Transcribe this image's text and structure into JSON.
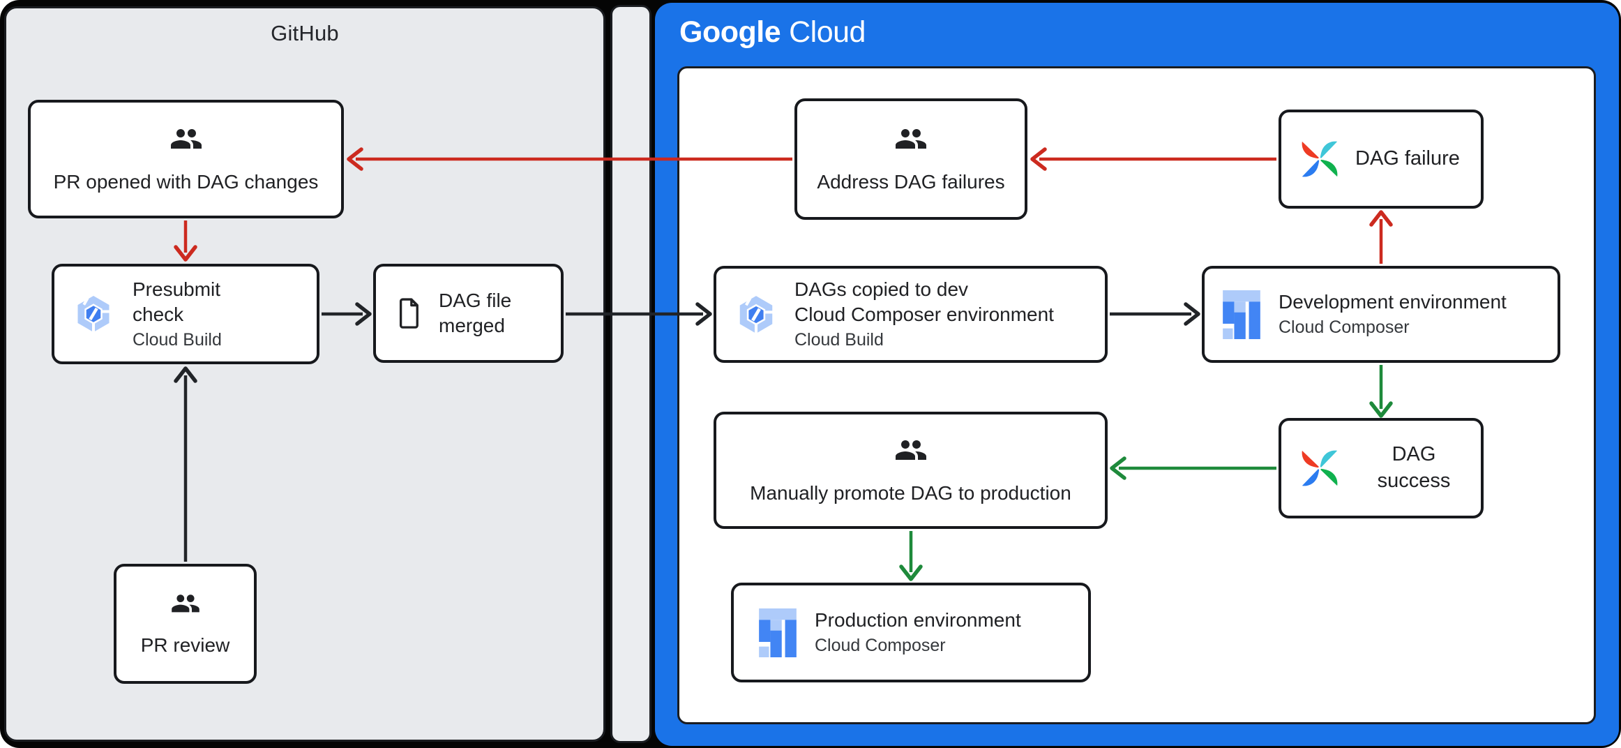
{
  "github_panel": {
    "title": "GitHub"
  },
  "gcp_panel": {
    "brand": "Google",
    "product": "Cloud"
  },
  "colors": {
    "canvas_black": "#050505",
    "github_gray": "#e8eaed",
    "strip_gray": "#ebedf0",
    "gcp_blue": "#1a73e8",
    "panel_border": "#1a1c20",
    "box_border": "#17191d",
    "text": "#202124",
    "text_sub": "#35383c",
    "arrow_red": "#cc2a1f",
    "arrow_green": "#1e8a3b",
    "arrow_black": "#212428",
    "build_light": "#aecbfa",
    "build_dark": "#3f7ef0",
    "composer_light": "#aecbfa",
    "composer_dark": "#4285f4",
    "af_red": "#ee3b24",
    "af_teal": "#3fc6d8",
    "af_green": "#10b14e",
    "af_blue": "#2b7cf0"
  },
  "nodes": {
    "pr_opened": {
      "label": "PR opened with DAG changes",
      "icon": "people-icon"
    },
    "presubmit": {
      "line1": "Presubmit",
      "line2": "check",
      "subtitle": "Cloud Build",
      "icon": "cloud-build-icon"
    },
    "dag_file_merged": {
      "line1": "DAG file",
      "line2": "merged",
      "icon": "document-icon"
    },
    "pr_review": {
      "label": "PR review",
      "icon": "people-icon"
    },
    "address_failures": {
      "label": "Address DAG failures",
      "icon": "people-icon"
    },
    "dag_failure": {
      "label": "DAG failure",
      "icon": "airflow-icon"
    },
    "dags_copied": {
      "line1": "DAGs copied to dev",
      "line2": "Cloud Composer environment",
      "subtitle": "Cloud Build",
      "icon": "cloud-build-icon"
    },
    "dev_env": {
      "line1": "Development environment",
      "subtitle": "Cloud Composer",
      "icon": "cloud-composer-icon"
    },
    "promote": {
      "label": "Manually promote DAG to production",
      "icon": "people-icon"
    },
    "dag_success": {
      "label": "DAG success",
      "icon": "airflow-icon"
    },
    "prod_env": {
      "line1": "Production environment",
      "subtitle": "Cloud Composer",
      "icon": "cloud-composer-icon"
    }
  }
}
